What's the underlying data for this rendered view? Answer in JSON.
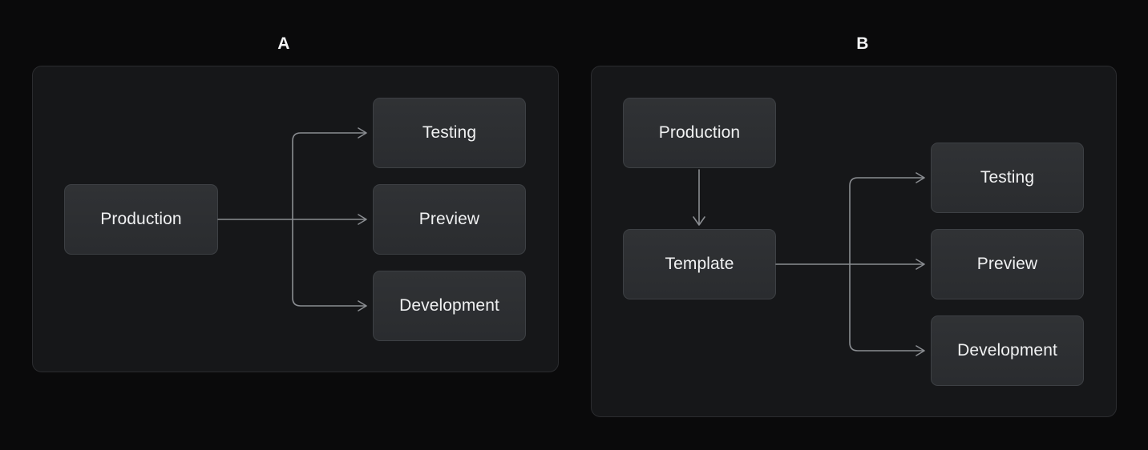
{
  "page": {
    "background_color": "#0a0a0b",
    "panel_background_color": "#161719",
    "panel_border_color": "#2b2c2f",
    "node_fill_color": "#2e3033",
    "node_border_color": "#3d4044",
    "node_text_color": "#f0f1f2",
    "connector_color": "#8a8d91"
  },
  "panels": [
    {
      "caption": "A",
      "nodes": {
        "source": "Production",
        "targets": [
          "Testing",
          "Preview",
          "Development"
        ]
      }
    },
    {
      "caption": "B",
      "nodes": {
        "source": "Production",
        "intermediate": "Template",
        "targets": [
          "Testing",
          "Preview",
          "Development"
        ]
      }
    }
  ],
  "diagram_data": {
    "type": "flow-diagram",
    "panel_a": {
      "label": "A",
      "edges": [
        {
          "from": "Production",
          "to": "Testing"
        },
        {
          "from": "Production",
          "to": "Preview"
        },
        {
          "from": "Production",
          "to": "Development"
        }
      ]
    },
    "panel_b": {
      "label": "B",
      "edges": [
        {
          "from": "Production",
          "to": "Template"
        },
        {
          "from": "Template",
          "to": "Testing"
        },
        {
          "from": "Template",
          "to": "Preview"
        },
        {
          "from": "Template",
          "to": "Development"
        }
      ]
    }
  }
}
